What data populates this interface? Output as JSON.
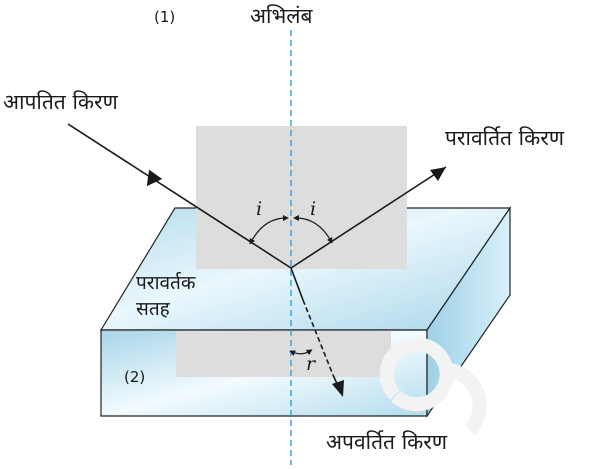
{
  "labels": {
    "medium1": "(1)",
    "normal": "अभिलंब",
    "incident_ray": "आपतित किरण",
    "reflected_ray": "परावर्तित किरण",
    "reflecting_surface_line1": "परावर्तक",
    "reflecting_surface_line2": "सतह",
    "medium2": "(2)",
    "refracted_ray": "अपवर्तित किरण",
    "angle_incidence": "i",
    "angle_reflection": "i",
    "angle_refraction": "r"
  },
  "colors": {
    "normal_line": "#3aa6d6",
    "glass_light": "#eef8fd",
    "glass_mid": "#bfe4f3",
    "glass_dark": "#9ccfe6",
    "overlay_gray": "#dcdcdc",
    "ray": "#1a1a1a"
  }
}
